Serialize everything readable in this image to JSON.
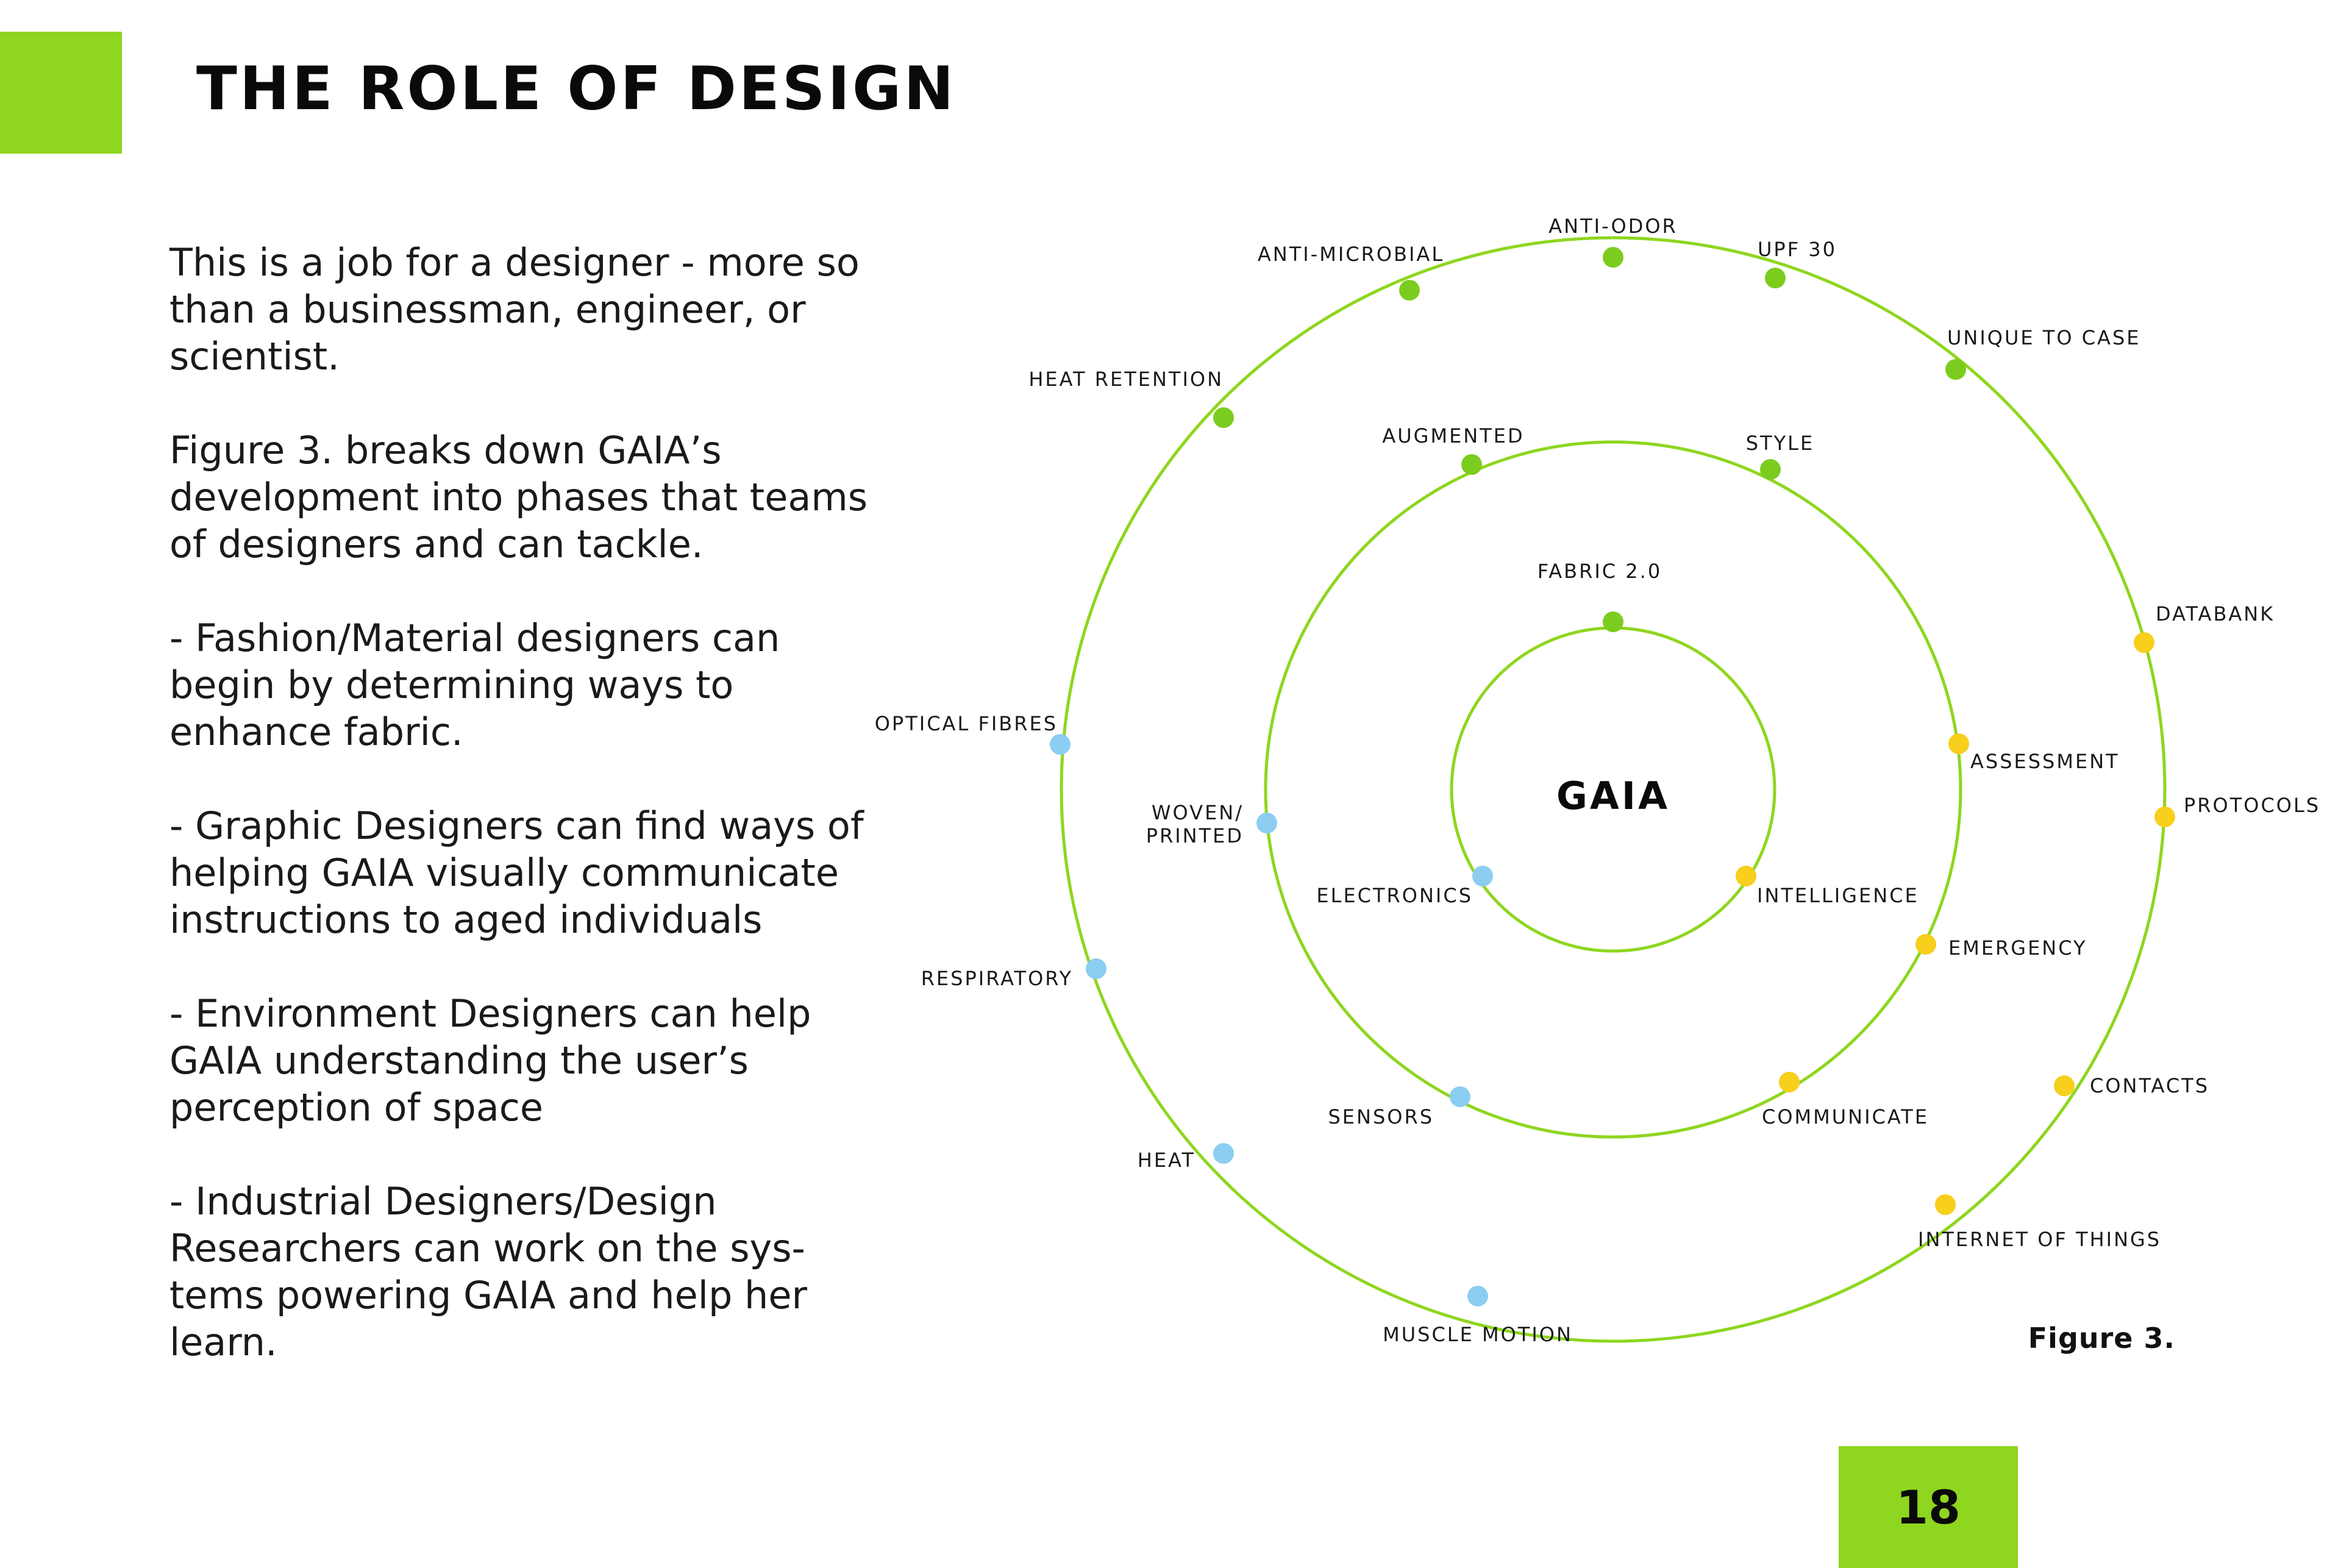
{
  "colors": {
    "accent": "#8ed61f",
    "ring": "#8ed61f",
    "node_green": "#7ccc1f",
    "node_yellow": "#f7cf1c",
    "node_blue": "#8ccdf2"
  },
  "header": {
    "title": "THE ROLE OF DESIGN"
  },
  "body": {
    "paragraphs": [
      "This is a job for a designer - more so than a businessman, engineer, or scientist.",
      "Figure 3. breaks down GAIA’s development into phases that teams of designers and can tackle.",
      "- Fashion/Material designers can begin by determining ways to enhance fabric.",
      "- Graphic Designers can find ways of helping GAIA visually communicate instructions to aged individuals",
      "- Environment Designers can help GAIA understanding the user’s perception of space",
      "- Industrial Designers/Design Researchers can work on the sys-tems powering GAIA and help her learn."
    ]
  },
  "diagram": {
    "center": "GAIA",
    "inner_ring": [
      "FABRIC 2.0",
      "ELECTRONICS",
      "INTELLIGENCE"
    ],
    "middle_ring": [
      "AUGMENTED",
      "STYLE",
      "ASSESSMENT",
      "EMERGENCY",
      "COMMUNICATE",
      "SENSORS",
      "WOVEN/",
      "PRINTED"
    ],
    "outer_ring": [
      "ANTI-ODOR",
      "UPF 30",
      "UNIQUE TO CASE",
      "DATABANK",
      "PROTOCOLS",
      "CONTACTS",
      "INTERNET OF THINGS",
      "MUSCLE MOTION",
      "HEAT",
      "RESPIRATORY",
      "OPTICAL FIBRES",
      "HEAT RETENTION",
      "ANTI-MICROBIAL"
    ],
    "caption": "Figure 3."
  },
  "footer": {
    "page_number": "18"
  }
}
